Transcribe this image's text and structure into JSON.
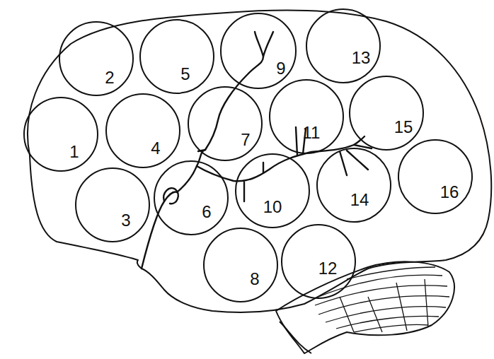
{
  "diagram": {
    "nodes": [
      {
        "text": [
          "1"
        ]
      },
      {
        "text": [
          "2"
        ]
      },
      {
        "text": [
          "3"
        ]
      },
      {
        "text": [
          "4"
        ]
      },
      {
        "text": [
          "5"
        ]
      },
      {
        "text": [
          "6"
        ]
      },
      {
        "text": [
          "7"
        ]
      },
      {
        "text": [
          "8"
        ]
      },
      {
        "text": [
          "9"
        ]
      },
      {
        "text": [
          "10"
        ]
      },
      {
        "text": [
          "11"
        ]
      },
      {
        "text": [
          "12"
        ]
      },
      {
        "text": [
          "13"
        ]
      },
      {
        "text": [
          "14"
        ]
      },
      {
        "text": [
          "15"
        ]
      },
      {
        "text": [
          "16"
        ]
      }
    ]
  }
}
